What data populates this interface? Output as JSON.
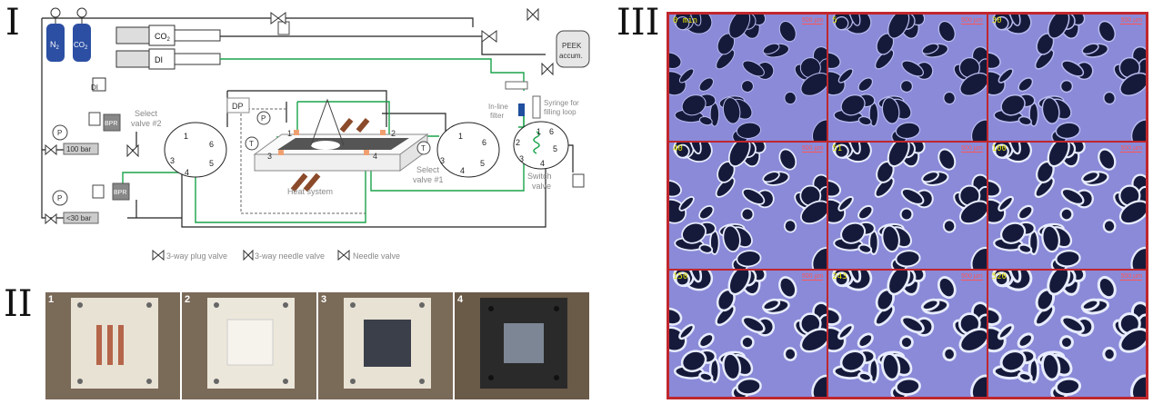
{
  "panels": {
    "p1": "I",
    "p2": "II",
    "p3": "III"
  },
  "diagram": {
    "n2": "N",
    "n2_sub": "2",
    "co2": "CO",
    "co2_sub": "2",
    "pump_co2": "CO",
    "pump_co2_sub": "2",
    "pump_di": "DI",
    "di": "DI",
    "peek_1": "PEEK",
    "peek_2": "accum.",
    "inline_1": "In-line",
    "inline_2": "filter",
    "syringe_1": "Syringe for",
    "syringe_2": "filling loop",
    "select2_1": "Select",
    "select2_2": "valve #2",
    "select1_1": "Select",
    "select1_2": "valve #1",
    "switch_1": "Switch",
    "switch_2": "valve",
    "heat": "Heat system",
    "dp": "DP",
    "p": "P",
    "t": "T",
    "bpr": "BPR",
    "bar100": "100 bar",
    "bar30": "<30 bar",
    "legend_plug": "3-way plug valve",
    "legend_needle3": "3-way needle valve",
    "legend_needle": "Needle valve",
    "ports": [
      "1",
      "2",
      "3",
      "4",
      "5",
      "6"
    ]
  },
  "photos": [
    "1",
    "2",
    "3",
    "4"
  ],
  "grid": {
    "scale_text": "500 µm",
    "cells": [
      "0 min",
      "5",
      "30",
      "40",
      "51",
      "100",
      "150",
      "243",
      "520"
    ]
  }
}
